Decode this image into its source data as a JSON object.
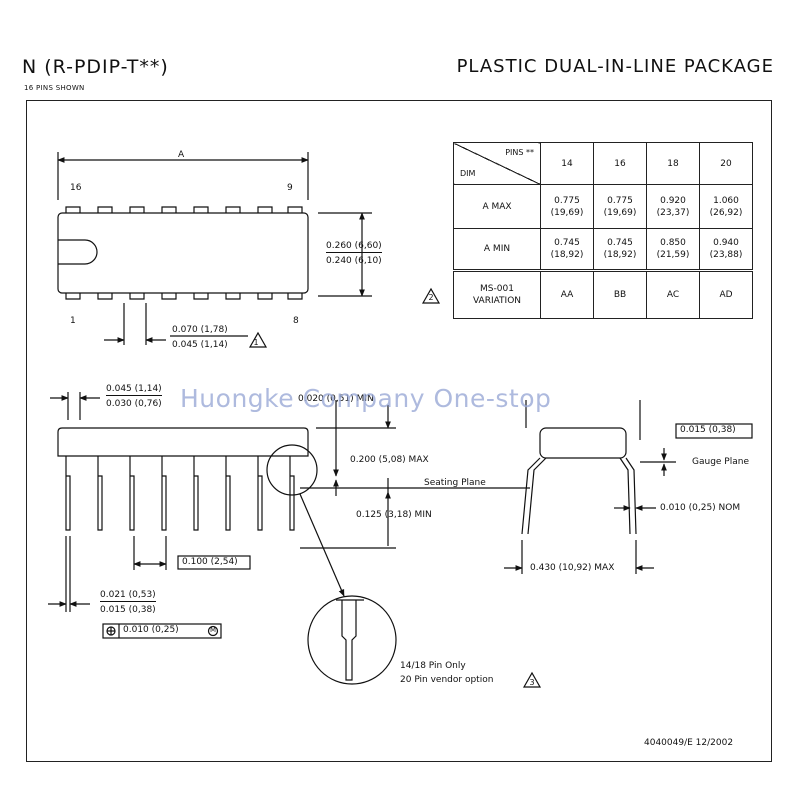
{
  "header": {
    "package_code": "N (R-PDIP-T**)",
    "subtitle": "16 PINS SHOWN",
    "package_name": "PLASTIC DUAL-IN-LINE PACKAGE"
  },
  "table": {
    "corner_pins": "PINS **",
    "corner_dim": "DIM",
    "pin_counts": [
      "14",
      "16",
      "18",
      "20"
    ],
    "rows": [
      {
        "label": "A  MAX",
        "values": [
          "0.775",
          "0.775",
          "0.920",
          "1.060"
        ],
        "metric": [
          "(19,69)",
          "(19,69)",
          "(23,37)",
          "(26,92)"
        ]
      },
      {
        "label": "A  MIN",
        "values": [
          "0.745",
          "0.745",
          "0.850",
          "0.940"
        ],
        "metric": [
          "(18,92)",
          "(18,92)",
          "(21,59)",
          "(23,88)"
        ]
      }
    ],
    "variation_label_1": "MS-001",
    "variation_label_2": "VARIATION",
    "variation": [
      "AA",
      "BB",
      "AC",
      "AD"
    ]
  },
  "top_view": {
    "dim_a": "A",
    "pin_16": "16",
    "pin_9": "9",
    "pin_1": "1",
    "pin_8": "8",
    "width_max": "0.260 (6,60)",
    "width_min": "0.240 (6,10)",
    "lead_max": "0.070 (1,78)",
    "lead_min": "0.045 (1,14)"
  },
  "side_view": {
    "endlead_max": "0.045 (1,14)",
    "endlead_min": "0.030 (0,76)",
    "seat_clear": "0.020 (0,51) MIN",
    "height_max": "0.200 (5,08) MAX",
    "seating_plane": "Seating Plane",
    "lead_len_min": "0.125 (3,18) MIN",
    "pitch": "0.100 (2,54)",
    "lead_w_max": "0.021 (0,53)",
    "lead_w_min": "0.015 (0,38)",
    "tolerance": "0.010 (0,25)",
    "tolerance_mod": "M"
  },
  "end_view": {
    "thickness": "0.015 (0,38)",
    "gauge_plane": "Gauge Plane",
    "lead_thk": "0.010 (0,25) NOM",
    "span_max": "0.430 (10,92) MAX"
  },
  "detail": {
    "line1": "14/18 Pin Only",
    "line2": "20 Pin vendor option"
  },
  "footer": {
    "doc_id": "4040049/E  12/2002"
  },
  "watermark": "Huongke Company  One-stop"
}
